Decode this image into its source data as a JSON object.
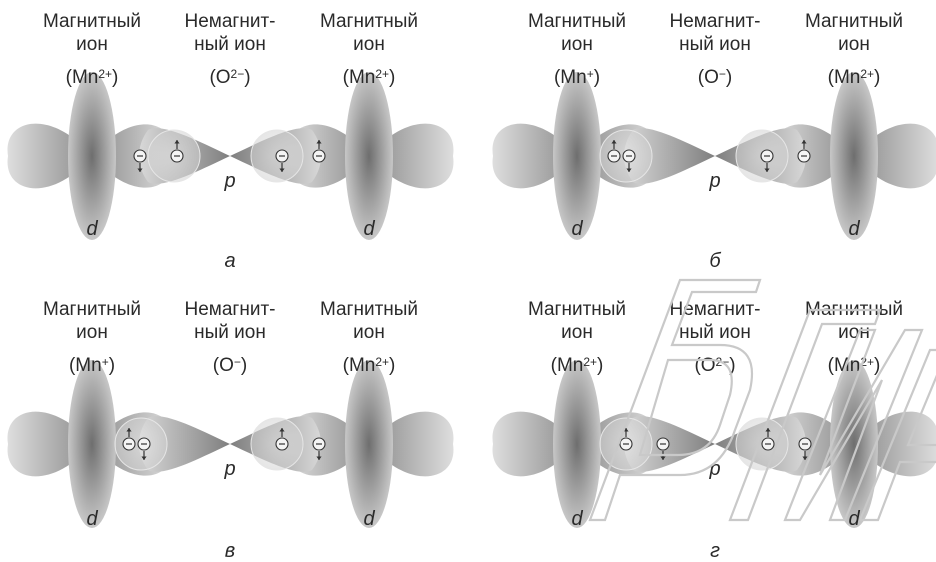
{
  "panels": [
    {
      "letter": "а",
      "left": {
        "name": "Магнитный\nион",
        "ion": "Mn",
        "charge": "2+"
      },
      "middle": {
        "name": "Немагнит-\nный ион",
        "ion": "O",
        "charge": "2−"
      },
      "right": {
        "name": "Магнитный\nион",
        "ion": "Mn",
        "charge": "2+"
      },
      "orbital_left": "d",
      "orbital_mid": "p",
      "orbital_right": "d"
    },
    {
      "letter": "б",
      "left": {
        "name": "Магнитный\nион",
        "ion": "Mn",
        "charge": "+"
      },
      "middle": {
        "name": "Немагнит-\nный ион",
        "ion": "O",
        "charge": "−"
      },
      "right": {
        "name": "Магнитный\nион",
        "ion": "Mn",
        "charge": "2+"
      },
      "orbital_left": "d",
      "orbital_mid": "p",
      "orbital_right": "d"
    },
    {
      "letter": "в",
      "left": {
        "name": "Магнитный\nион",
        "ion": "Mn",
        "charge": "+"
      },
      "middle": {
        "name": "Немагнит-\nный ион",
        "ion": "O",
        "charge": "−"
      },
      "right": {
        "name": "Магнитный\nион",
        "ion": "Mn",
        "charge": "2+"
      },
      "orbital_left": "d",
      "orbital_mid": "p",
      "orbital_right": "d"
    },
    {
      "letter": "г",
      "left": {
        "name": "Магнитный\nион",
        "ion": "Mn",
        "charge": "2+"
      },
      "middle": {
        "name": "Немагнит-\nный ион",
        "ion": "O",
        "charge": "2−"
      },
      "right": {
        "name": "Магнитный\nион",
        "ион": "",
        "ion": "Mn",
        "charge": "2+"
      },
      "orbital_left": "d",
      "orbital_mid": "p",
      "orbital_right": "d"
    }
  ],
  "watermark": "БГУИР",
  "colors": {
    "lobe_dark": "#7d7d7d",
    "lobe_light": "#dcdcdc",
    "text": "#2a2a2a"
  }
}
